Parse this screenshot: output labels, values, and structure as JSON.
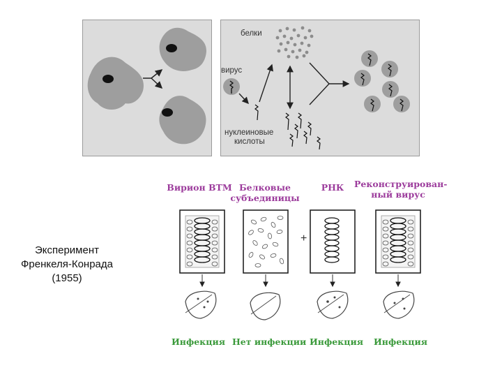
{
  "top_diagram": {
    "label_proteins": "белки",
    "label_virus": "вирус",
    "label_nucleic_acids_line1": "нуклеиновые",
    "label_nucleic_acids_line2": "кислоты"
  },
  "caption": {
    "line1": "Эксперимент",
    "line2": "Френкеля-Конрада",
    "line3": "(1955)"
  },
  "columns": [
    {
      "title": "Вирион ВТМ",
      "result": "Инфекция"
    },
    {
      "title_line1": "Белковые",
      "title_line2": "субъединицы",
      "result": "Нет инфекции"
    },
    {
      "title": "РНК",
      "result": "Инфекция"
    },
    {
      "title_line1": "Реконструирован-",
      "title_line2": "ный вирус",
      "result": "Инфекция"
    }
  ],
  "plus_sign": "+",
  "colors": {
    "title": "#9c3c9c",
    "result": "#3b9a3b",
    "cell": "#9e9e9e",
    "nucleus": "#111111"
  }
}
